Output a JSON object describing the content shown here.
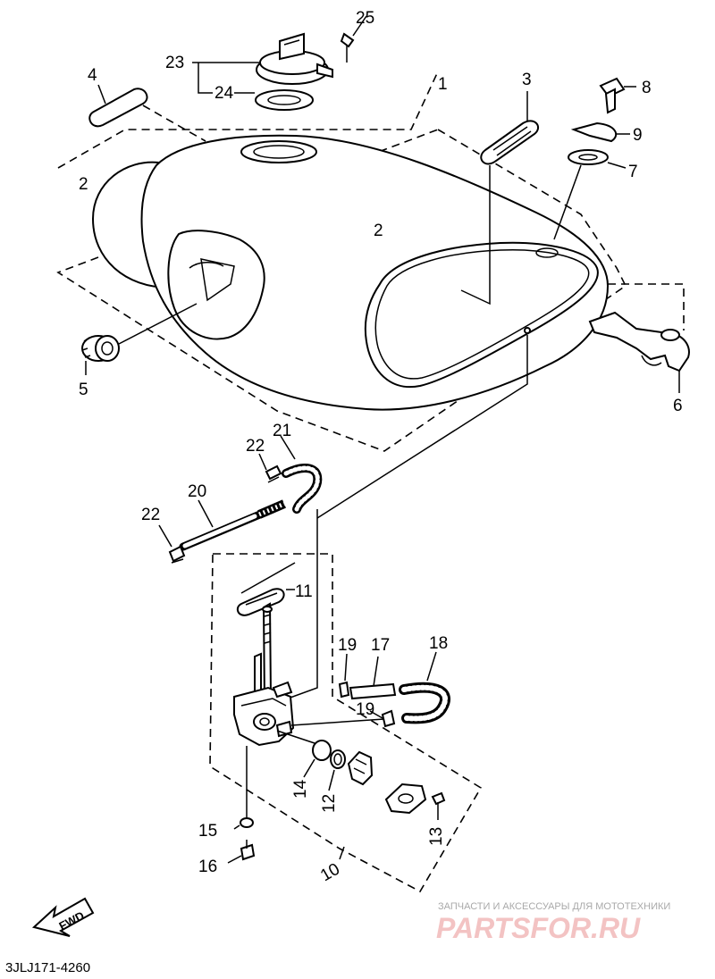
{
  "diagram": {
    "part_numbers": {
      "p1": "1",
      "p2a": "2",
      "p2b": "2",
      "p3": "3",
      "p4": "4",
      "p5": "5",
      "p6": "6",
      "p7": "7",
      "p8": "8",
      "p9": "9",
      "p10": "10",
      "p11": "11",
      "p12": "12",
      "p13": "13",
      "p14": "14",
      "p15": "15",
      "p16": "16",
      "p17": "17",
      "p18": "18",
      "p19a": "19",
      "p19b": "19",
      "p20": "20",
      "p21": "21",
      "p22a": "22",
      "p22b": "22",
      "p23": "23",
      "p24": "24",
      "p25": "25"
    },
    "fwd_label": "FWD",
    "catalog_code": "3JLJ171-4260"
  },
  "watermark": {
    "subtitle": "ЗАПЧАСТИ И АКСЕССУАРЫ ДЛЯ МОТОТЕХНИКИ",
    "brand": "PARTSFOR.RU"
  }
}
